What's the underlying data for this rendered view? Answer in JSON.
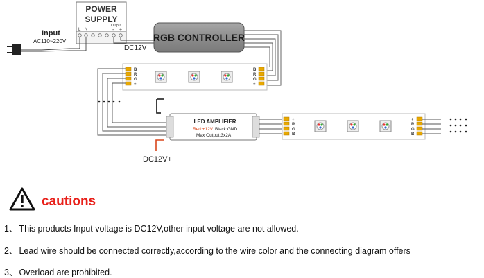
{
  "diagram": {
    "power_supply": {
      "title_line1": "POWER",
      "title_line2": "SUPPLY",
      "terminal_l": "L",
      "terminal_n": "N",
      "output_label": "Output",
      "terminal_minus": "-",
      "terminal_plus": "+"
    },
    "input_label": "Input",
    "input_voltage": "AC110~220V",
    "dc_label_top": "DC12V",
    "controller_label": "RGB CONTROLLER",
    "strip_pins": [
      "B",
      "R",
      "G",
      "+"
    ],
    "amplifier": {
      "title": "LED AMPLIFIER",
      "red_text": "Red:+12V",
      "black_text": "Black:GND",
      "max_output": "Max Output:3x2A"
    },
    "dc_label_bottom": "DC12V+",
    "strip2_pins": [
      "+",
      "R",
      "G",
      "B"
    ],
    "colors": {
      "wire_red": "#d9461b",
      "controller_fill": "#8a8a8a",
      "strip_border": "#cccccc"
    }
  },
  "cautions": {
    "icon": "warning-triangle-icon",
    "title": "cautions",
    "color": "#e8201a",
    "items": [
      {
        "num": "1、",
        "text": "This products Input voltage is DC12V,other input voltage are not allowed."
      },
      {
        "num": "2、",
        "text": "Lead wire should be connected correctly,according to the wire color and the connecting diagram offers"
      },
      {
        "num": "3、",
        "text": "Overload are prohibited."
      }
    ]
  }
}
